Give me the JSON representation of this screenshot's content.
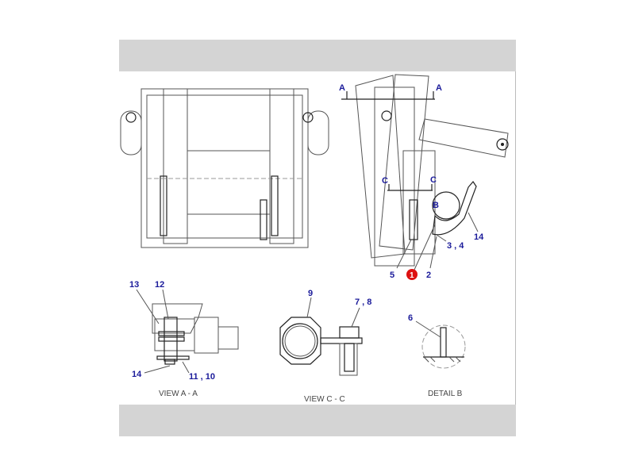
{
  "callouts": {
    "A_left": "A",
    "A_right": "A",
    "C_left": "C",
    "C_right": "C",
    "B": "B",
    "n14_main": "14",
    "n3_4": "3 , 4",
    "n5": "5",
    "n1": "1",
    "n2": "2",
    "n13": "13",
    "n12": "12",
    "n14_aa": "14",
    "n11_10": "11 , 10",
    "n9": "9",
    "n7_8": "7 , 8",
    "n6": "6"
  },
  "view_labels": {
    "view_aa": "VIEW  A - A",
    "view_cc": "VIEW  C - C",
    "detail_b": "DETAIL  B"
  },
  "colors": {
    "callout": "#1a1a9a",
    "highlight": "#dd1111",
    "bar": "#d4d4d4"
  }
}
